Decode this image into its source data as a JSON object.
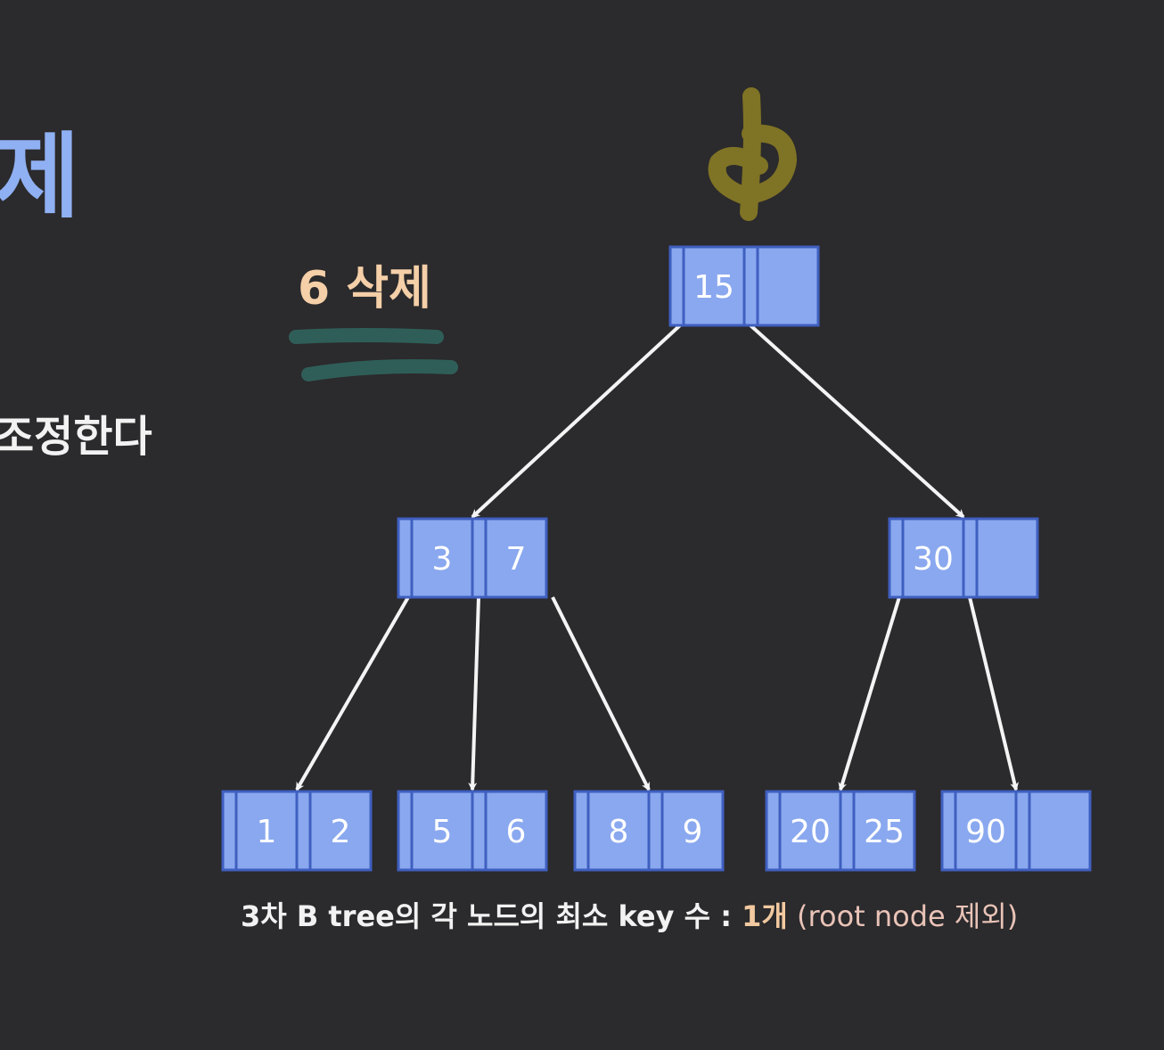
{
  "slide": {
    "title_fragment": "제",
    "left_text_fragment": "조정한다",
    "operation_label": "6 삭제",
    "footnote": {
      "main": "3차 B tree의 각 노드의 최소 key 수 : ",
      "min_count": "1개",
      "exception": " (root node 제외)"
    }
  },
  "btree": {
    "order": 3,
    "nodes": [
      {
        "id": "root",
        "keys": [
          "15",
          ""
        ]
      },
      {
        "id": "left-internal",
        "keys": [
          "3",
          "7"
        ]
      },
      {
        "id": "right-internal",
        "keys": [
          "30",
          ""
        ]
      },
      {
        "id": "leaf-1",
        "keys": [
          "1",
          "2"
        ]
      },
      {
        "id": "leaf-2",
        "keys": [
          "5",
          "6"
        ]
      },
      {
        "id": "leaf-3",
        "keys": [
          "8",
          "9"
        ]
      },
      {
        "id": "leaf-4",
        "keys": [
          "20",
          "25"
        ]
      },
      {
        "id": "leaf-5",
        "keys": [
          "90",
          ""
        ]
      }
    ],
    "edges": [
      [
        "root",
        "left-internal"
      ],
      [
        "root",
        "right-internal"
      ],
      [
        "left-internal",
        "leaf-1"
      ],
      [
        "left-internal",
        "leaf-2"
      ],
      [
        "left-internal",
        "leaf-3"
      ],
      [
        "right-internal",
        "leaf-4"
      ],
      [
        "right-internal",
        "leaf-5"
      ]
    ]
  },
  "colors": {
    "background": "#2b2a2c",
    "node_fill": "#8aa8ef",
    "node_stroke": "#3f5fc0",
    "edge": "#f4f4f4",
    "annotation_mark": "#7f7325",
    "underline": "#2f5e58"
  }
}
